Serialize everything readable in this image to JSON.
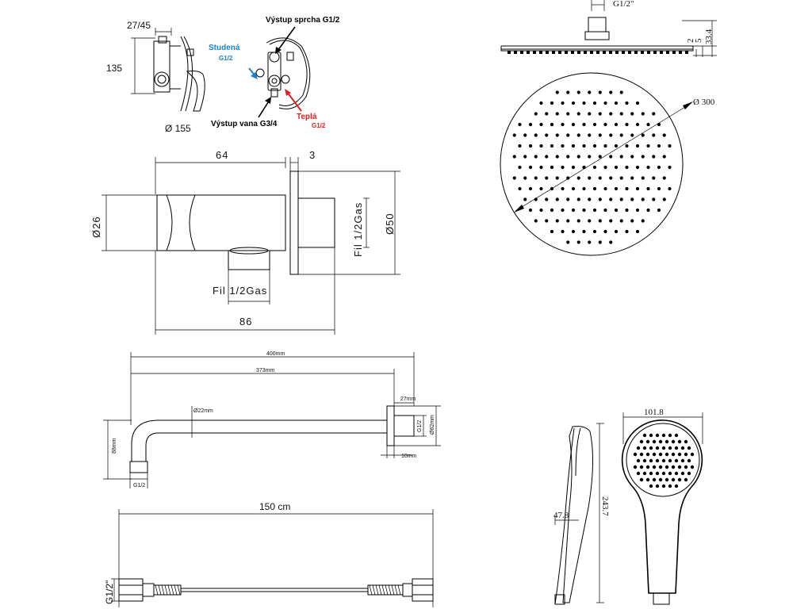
{
  "colors": {
    "cold": "#1a7fd0",
    "hot": "#e02020",
    "line": "#000000"
  },
  "mixer": {
    "dim_depth": "27/45",
    "dim_height": "135",
    "dim_diameter": "Ø  155",
    "outlet_shower": "Výstup sprcha G1/2",
    "cold_label": "Studená",
    "cold_thread": "G1/2",
    "hot_label": "Teplá",
    "hot_thread": "G1/2",
    "outlet_bath": "Výstup vana G3/4"
  },
  "elbow": {
    "dim_length": "64",
    "dim_flange": "3",
    "dim_body_dia": "Ø26",
    "dim_flange_dia": "Ø50",
    "thread_side": "Fil 1/2Gas",
    "thread_bottom": "Fil 1/2Gas",
    "dim_total": "86"
  },
  "showerhead": {
    "thread": "G1/2\"",
    "dim_a": "2",
    "dim_b": "5",
    "dim_c": "33.4",
    "diameter": "Ø 300"
  },
  "arm": {
    "dim_total": "400mm",
    "dim_inner": "373mm",
    "dim_tube": "Ø22mm",
    "dim_flange_depth": "27mm",
    "thread_end": "G1/2",
    "dim_flange_dia": "Ø62mm",
    "dim_drop": "88mm",
    "thread_start": "G1/2",
    "dim_wall": "10mm"
  },
  "hose": {
    "length": "150 cm",
    "thread": "G1/2\""
  },
  "handshower": {
    "dim_head": "101.8",
    "dim_length": "243.7",
    "dim_depth": "47.8"
  }
}
